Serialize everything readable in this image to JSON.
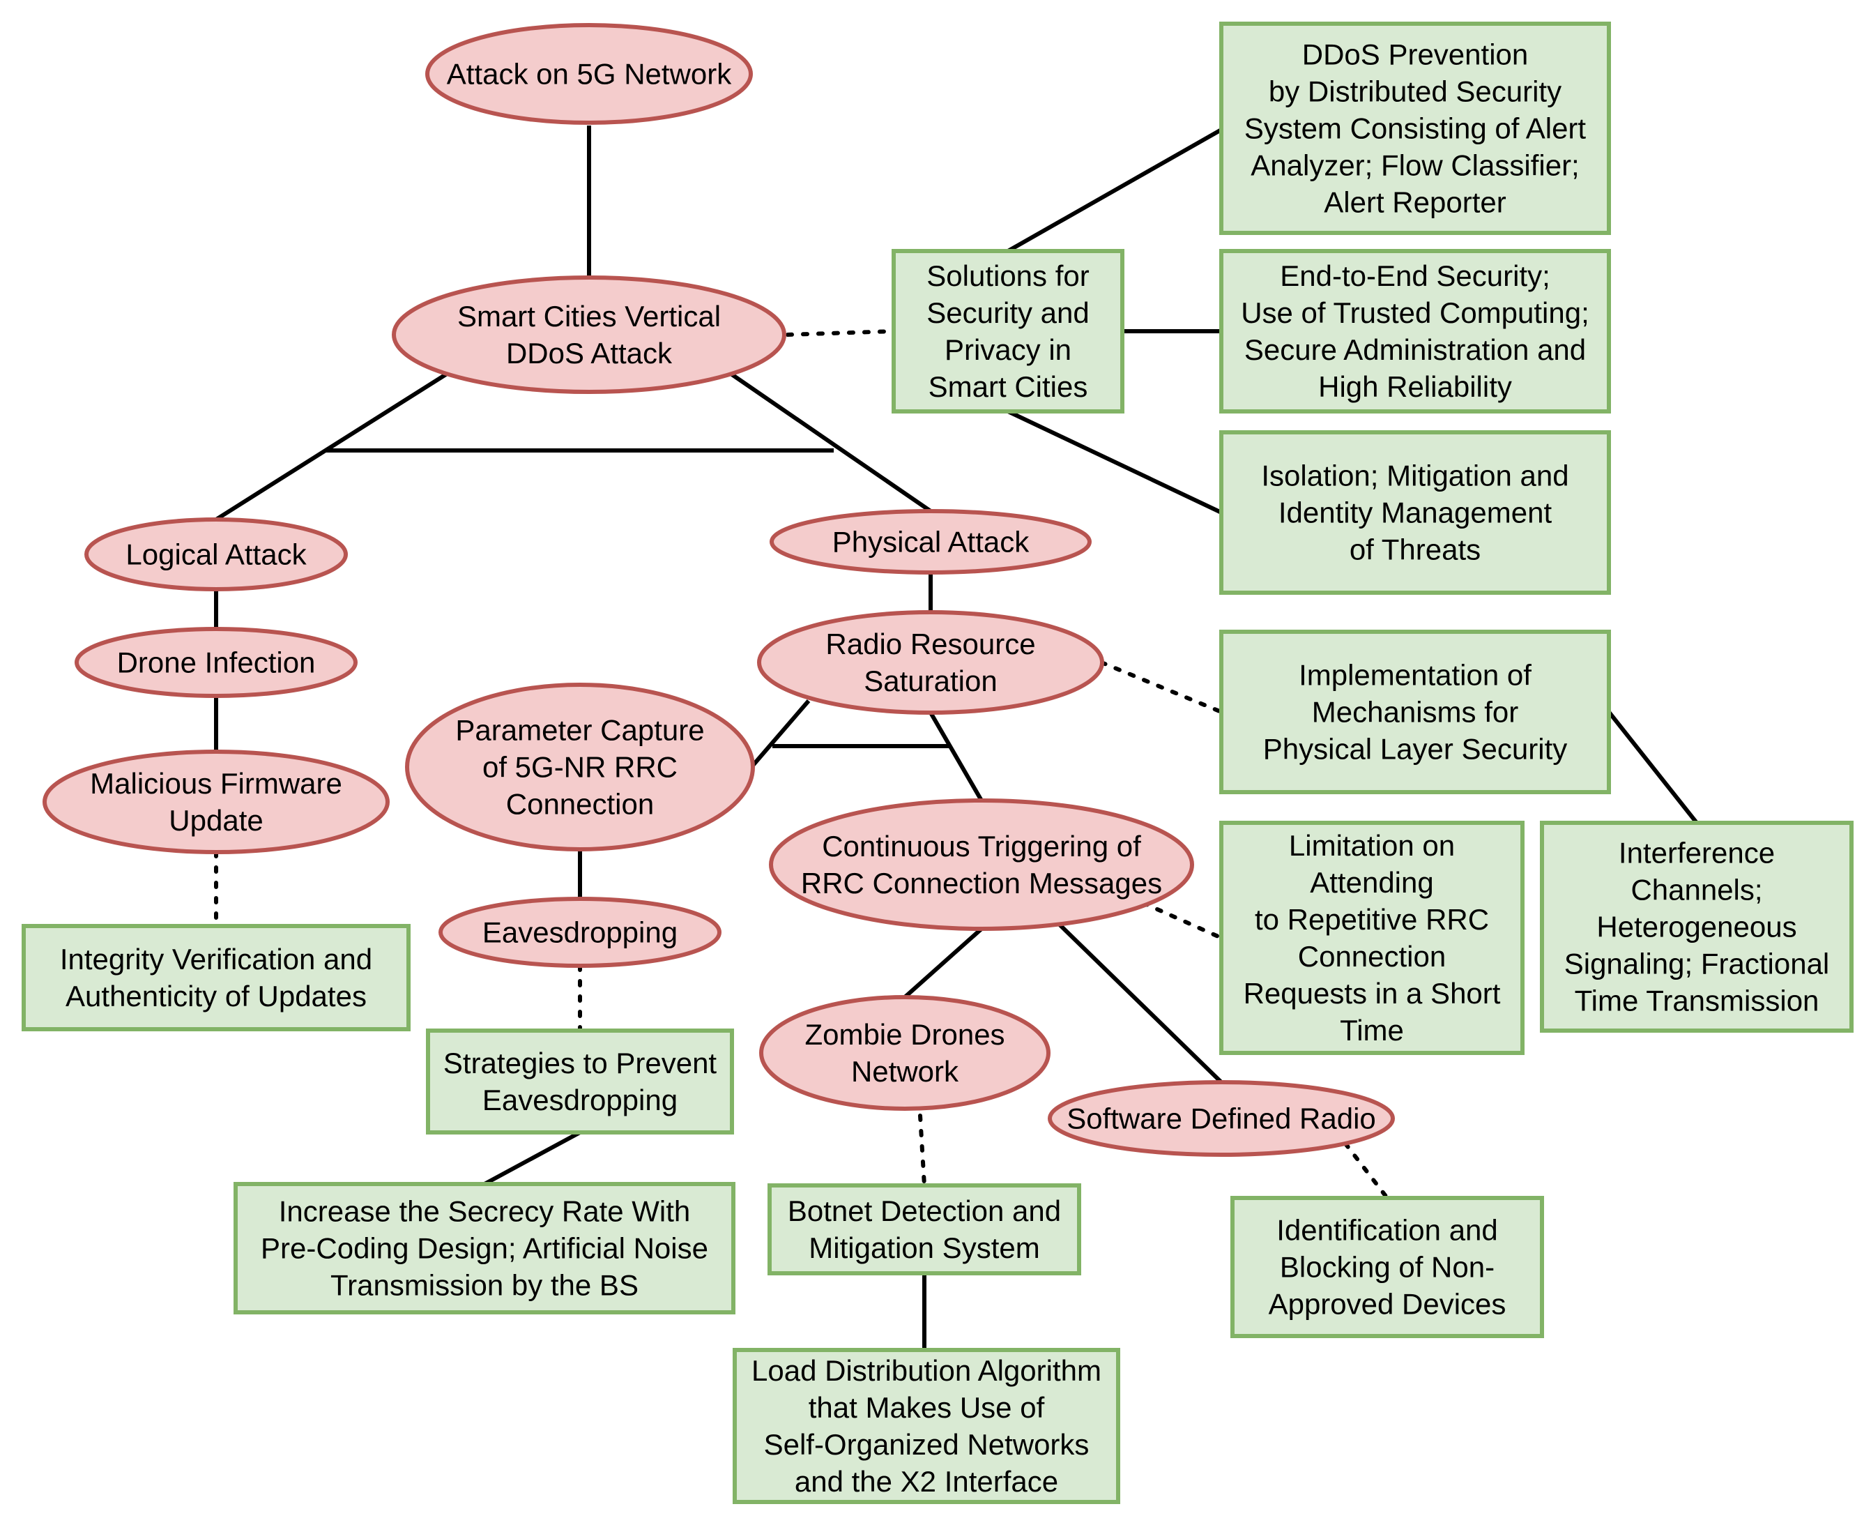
{
  "colors": {
    "attack_fill": "#f4cccc",
    "attack_stroke": "#b85450",
    "solution_fill": "#d9ead3",
    "solution_stroke": "#82b366",
    "edge": "#000000"
  },
  "nodes": {
    "root": {
      "lines": [
        "Attack on 5G Network"
      ]
    },
    "smart_cities": {
      "lines": [
        "Smart Cities Vertical",
        "DDoS Attack"
      ]
    },
    "solutions_smart_cities": {
      "lines": [
        "Solutions for",
        "Security and",
        "Privacy in",
        "Smart Cities"
      ]
    },
    "ddos_prevention": {
      "lines": [
        "DDoS Prevention",
        "by Distributed Security",
        "System Consisting of Alert",
        "Analyzer; Flow Classifier;",
        "Alert Reporter"
      ]
    },
    "end_to_end": {
      "lines": [
        "End-to-End Security;",
        "Use of Trusted Computing;",
        "Secure Administration and",
        "High Reliability"
      ]
    },
    "isolation": {
      "lines": [
        "Isolation; Mitigation and",
        "Identity Management",
        "of Threats"
      ]
    },
    "logical_attack": {
      "lines": [
        "Logical Attack"
      ]
    },
    "physical_attack": {
      "lines": [
        "Physical Attack"
      ]
    },
    "drone_infection": {
      "lines": [
        "Drone Infection"
      ]
    },
    "malicious_firmware": {
      "lines": [
        "Malicious Firmware",
        "Update"
      ]
    },
    "integrity_verification": {
      "lines": [
        "Integrity Verification and",
        "Authenticity of Updates"
      ]
    },
    "radio_resource": {
      "lines": [
        "Radio Resource",
        "Saturation"
      ]
    },
    "physical_layer_security": {
      "lines": [
        "Implementation of",
        "Mechanisms for",
        "Physical Layer Security"
      ]
    },
    "interference_channels": {
      "lines": [
        "Interference",
        "Channels;",
        "Heterogeneous",
        "Signaling; Fractional",
        "Time Transmission"
      ]
    },
    "parameter_capture": {
      "lines": [
        "Parameter Capture",
        "of 5G-NR RRC",
        "Connection"
      ]
    },
    "continuous_triggering": {
      "lines": [
        "Continuous Triggering of",
        "RRC Connection Messages"
      ]
    },
    "limitation_rrc": {
      "lines": [
        "Limitation on",
        "Attending",
        "to Repetitive RRC",
        "Connection",
        "Requests in a Short",
        "Time"
      ]
    },
    "eavesdropping": {
      "lines": [
        "Eavesdropping"
      ]
    },
    "strategies_eavesdropping": {
      "lines": [
        "Strategies to Prevent",
        "Eavesdropping"
      ]
    },
    "secrecy_rate": {
      "lines": [
        "Increase the Secrecy Rate With",
        "Pre-Coding Design; Artificial Noise",
        "Transmission by the BS"
      ]
    },
    "zombie_drones": {
      "lines": [
        "Zombie Drones",
        "Network"
      ]
    },
    "software_defined_radio": {
      "lines": [
        "Software Defined Radio"
      ]
    },
    "botnet_detection": {
      "lines": [
        "Botnet Detection and",
        "Mitigation System"
      ]
    },
    "load_distribution": {
      "lines": [
        "Load Distribution Algorithm",
        "that Makes Use of",
        "Self-Organized Networks",
        "and the X2 Interface"
      ]
    },
    "identification_blocking": {
      "lines": [
        "Identification and",
        "Blocking of Non-",
        "Approved Devices"
      ]
    }
  },
  "edges": [
    {
      "from": "root",
      "to": "smart_cities",
      "style": "solid"
    },
    {
      "from": "smart_cities",
      "to": "solutions_smart_cities",
      "style": "dotted"
    },
    {
      "from": "solutions_smart_cities",
      "to": "ddos_prevention",
      "style": "solid"
    },
    {
      "from": "solutions_smart_cities",
      "to": "end_to_end",
      "style": "solid"
    },
    {
      "from": "solutions_smart_cities",
      "to": "isolation",
      "style": "solid"
    },
    {
      "from": "smart_cities",
      "to": "logical_attack",
      "style": "solid"
    },
    {
      "from": "smart_cities",
      "to": "physical_attack",
      "style": "solid"
    },
    {
      "from": "logical_attack",
      "to": "drone_infection",
      "style": "solid"
    },
    {
      "from": "drone_infection",
      "to": "malicious_firmware",
      "style": "solid"
    },
    {
      "from": "malicious_firmware",
      "to": "integrity_verification",
      "style": "dotted"
    },
    {
      "from": "physical_attack",
      "to": "radio_resource",
      "style": "solid"
    },
    {
      "from": "radio_resource",
      "to": "physical_layer_security",
      "style": "dotted"
    },
    {
      "from": "physical_layer_security",
      "to": "interference_channels",
      "style": "solid"
    },
    {
      "from": "radio_resource",
      "to": "parameter_capture",
      "style": "solid"
    },
    {
      "from": "radio_resource",
      "to": "continuous_triggering",
      "style": "solid"
    },
    {
      "from": "continuous_triggering",
      "to": "limitation_rrc",
      "style": "dotted"
    },
    {
      "from": "parameter_capture",
      "to": "eavesdropping",
      "style": "solid"
    },
    {
      "from": "eavesdropping",
      "to": "strategies_eavesdropping",
      "style": "dotted"
    },
    {
      "from": "strategies_eavesdropping",
      "to": "secrecy_rate",
      "style": "solid"
    },
    {
      "from": "continuous_triggering",
      "to": "zombie_drones",
      "style": "solid"
    },
    {
      "from": "continuous_triggering",
      "to": "software_defined_radio",
      "style": "solid"
    },
    {
      "from": "zombie_drones",
      "to": "botnet_detection",
      "style": "dotted"
    },
    {
      "from": "botnet_detection",
      "to": "load_distribution",
      "style": "solid"
    },
    {
      "from": "software_defined_radio",
      "to": "identification_blocking",
      "style": "dotted"
    }
  ]
}
